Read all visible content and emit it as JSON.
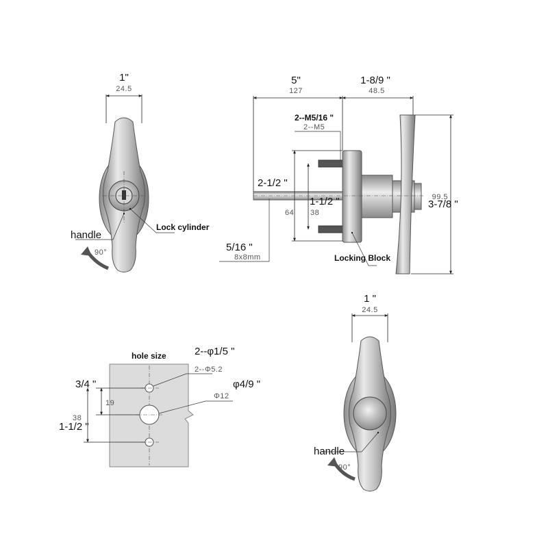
{
  "views": {
    "front_view": {
      "width_imperial": "1\"",
      "width_metric": "24.5",
      "lock_cylinder_label": "Lock cylinder",
      "handle_label": "handle",
      "rotation_label": "90°"
    },
    "side_view": {
      "overall_length_imperial": "5\"",
      "overall_length_metric": "127",
      "head_depth_imperial": "1-8/9 \"",
      "head_depth_metric": "48.5",
      "screw_imperial": "2--M5/16 \"",
      "screw_metric": "2--M5",
      "shaft_length_imperial": "2-1/2 \"",
      "block_height_metric": "64",
      "screw_spacing_imperial": "1-1/2 \"",
      "screw_spacing_metric": "38",
      "handle_height_metric": "99.5",
      "handle_height_imperial": "3-7/8 \"",
      "shaft_size_imperial": "5/16 \"",
      "shaft_size_metric": "8x8mm",
      "locking_block_label": "Locking Block"
    },
    "hole_view": {
      "title": "hole size",
      "small_hole_imperial": "2--φ1/5 \"",
      "small_hole_metric": "2--Φ5.2",
      "big_hole_imperial": "φ4/9 \"",
      "big_hole_metric": "Φ12",
      "half_spacing_imperial": "3/4 \"",
      "half_spacing_metric": "19",
      "spacing_metric": "38",
      "spacing_imperial": "1-1/2 \""
    },
    "rear_view": {
      "width_imperial": "1 \"",
      "width_metric": "24.5",
      "handle_label": "handle",
      "rotation_label": "90°"
    }
  }
}
